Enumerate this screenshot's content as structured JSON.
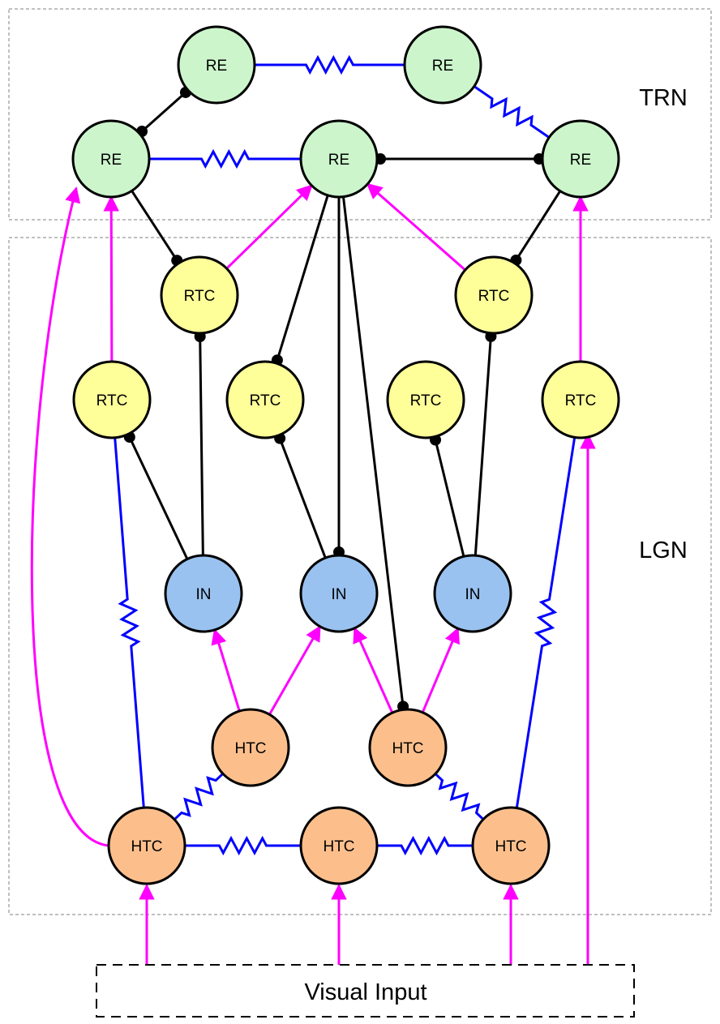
{
  "regions": {
    "trn": "TRN",
    "lgn": "LGN"
  },
  "input": {
    "label": "Visual Input"
  },
  "node_types": {
    "RE": "RE",
    "RTC": "RTC",
    "IN": "IN",
    "HTC": "HTC"
  },
  "node_colors": {
    "RE": "#ccf5cc",
    "RTC": "#ffff99",
    "IN": "#99c2f0",
    "HTC": "#fcbf8c"
  },
  "edge_colors": {
    "excitatory": "#ff00ff",
    "inhibitory": "#000000",
    "gap_junction": "#0000ff"
  },
  "nodes": [
    {
      "id": "re_top_left",
      "type": "RE"
    },
    {
      "id": "re_top_right",
      "type": "RE"
    },
    {
      "id": "re_left",
      "type": "RE"
    },
    {
      "id": "re_center",
      "type": "RE"
    },
    {
      "id": "re_right",
      "type": "RE"
    },
    {
      "id": "rtc_upper_left",
      "type": "RTC"
    },
    {
      "id": "rtc_upper_right",
      "type": "RTC"
    },
    {
      "id": "rtc_mid_1",
      "type": "RTC"
    },
    {
      "id": "rtc_mid_2",
      "type": "RTC"
    },
    {
      "id": "rtc_mid_3",
      "type": "RTC"
    },
    {
      "id": "rtc_mid_4",
      "type": "RTC"
    },
    {
      "id": "in_left",
      "type": "IN"
    },
    {
      "id": "in_center",
      "type": "IN"
    },
    {
      "id": "in_right",
      "type": "IN"
    },
    {
      "id": "htc_upper_left",
      "type": "HTC"
    },
    {
      "id": "htc_upper_right",
      "type": "HTC"
    },
    {
      "id": "htc_bottom_left",
      "type": "HTC"
    },
    {
      "id": "htc_bottom_center",
      "type": "HTC"
    },
    {
      "id": "htc_bottom_right",
      "type": "HTC"
    }
  ],
  "edges": [
    {
      "from": "re_top_left",
      "to": "re_top_right",
      "kind": "gap_junction"
    },
    {
      "from": "re_top_right",
      "to": "re_right",
      "kind": "gap_junction"
    },
    {
      "from": "re_left",
      "to": "re_center",
      "kind": "gap_junction"
    },
    {
      "from": "re_top_left",
      "to": "re_left",
      "kind": "inhibitory_mutual"
    },
    {
      "from": "re_center",
      "to": "re_right",
      "kind": "inhibitory_mutual"
    },
    {
      "from": "re_left",
      "to": "rtc_upper_left",
      "kind": "inhibitory"
    },
    {
      "from": "re_right",
      "to": "rtc_upper_right",
      "kind": "inhibitory"
    },
    {
      "from": "re_center",
      "to": "rtc_mid_2",
      "kind": "inhibitory"
    },
    {
      "from": "re_center",
      "to": "in_center",
      "kind": "inhibitory"
    },
    {
      "from": "re_center",
      "to": "htc_upper_right",
      "kind": "inhibitory"
    },
    {
      "from": "rtc_upper_left",
      "to": "re_center",
      "kind": "excitatory"
    },
    {
      "from": "rtc_upper_right",
      "to": "re_center",
      "kind": "excitatory"
    },
    {
      "from": "rtc_mid_1",
      "to": "re_left",
      "kind": "excitatory"
    },
    {
      "from": "rtc_mid_4",
      "to": "re_right",
      "kind": "excitatory"
    },
    {
      "from": "in_left",
      "to": "rtc_upper_left",
      "kind": "inhibitory"
    },
    {
      "from": "in_left",
      "to": "rtc_mid_1",
      "kind": "inhibitory"
    },
    {
      "from": "in_center",
      "to": "rtc_mid_2",
      "kind": "inhibitory"
    },
    {
      "from": "in_right",
      "to": "rtc_mid_3",
      "kind": "inhibitory"
    },
    {
      "from": "in_right",
      "to": "rtc_upper_right",
      "kind": "inhibitory"
    },
    {
      "from": "htc_upper_left",
      "to": "in_left",
      "kind": "excitatory"
    },
    {
      "from": "htc_upper_left",
      "to": "in_center",
      "kind": "excitatory"
    },
    {
      "from": "htc_upper_right",
      "to": "in_center",
      "kind": "excitatory"
    },
    {
      "from": "htc_upper_right",
      "to": "in_right",
      "kind": "excitatory"
    },
    {
      "from": "htc_bottom_left",
      "to": "htc_upper_left",
      "kind": "gap_junction"
    },
    {
      "from": "htc_upper_right",
      "to": "htc_bottom_right",
      "kind": "gap_junction"
    },
    {
      "from": "htc_bottom_left",
      "to": "htc_bottom_center",
      "kind": "gap_junction"
    },
    {
      "from": "htc_bottom_center",
      "to": "htc_bottom_right",
      "kind": "gap_junction"
    },
    {
      "from": "htc_bottom_left",
      "to": "rtc_mid_1",
      "kind": "gap_junction"
    },
    {
      "from": "htc_bottom_right",
      "to": "rtc_mid_4",
      "kind": "gap_junction"
    },
    {
      "from": "htc_bottom_left",
      "to": "re_left",
      "kind": "excitatory"
    },
    {
      "from": "visual_input",
      "to": "htc_bottom_left",
      "kind": "excitatory"
    },
    {
      "from": "visual_input",
      "to": "htc_bottom_center",
      "kind": "excitatory"
    },
    {
      "from": "visual_input",
      "to": "htc_bottom_right",
      "kind": "excitatory"
    },
    {
      "from": "visual_input",
      "to": "rtc_mid_4",
      "kind": "excitatory"
    }
  ]
}
